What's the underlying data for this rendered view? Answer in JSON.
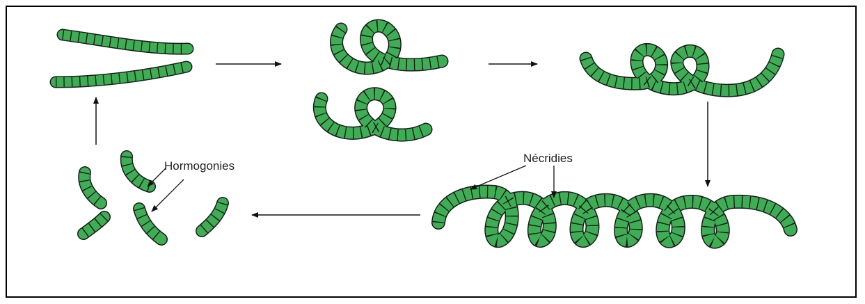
{
  "labels": {
    "hormogonies": "Hormogonies",
    "necridies": "Nécridies"
  },
  "colors": {
    "filament_green": "#3eae55",
    "outline": "#1a1a1a",
    "arrow": "#111111",
    "border": "#000000"
  },
  "stages": [
    "two-straight-filaments",
    "filaments-forming-loops",
    "filament-with-two-loops",
    "long-coiled-filament-with-necridia",
    "hormogonia-fragments"
  ]
}
